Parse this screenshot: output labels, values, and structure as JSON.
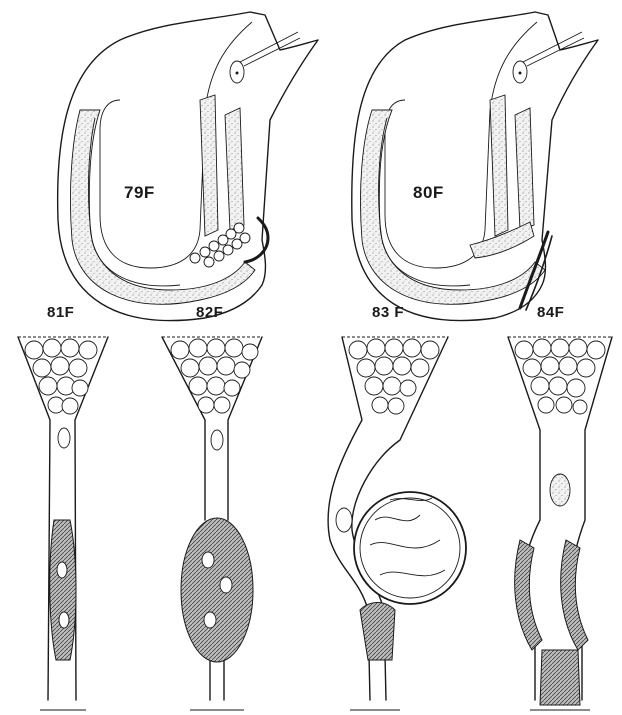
{
  "figures": [
    {
      "id": "fig-79",
      "label": "79F"
    },
    {
      "id": "fig-80",
      "label": "80F"
    },
    {
      "id": "fig-81",
      "label": "81F"
    },
    {
      "id": "fig-82",
      "label": "82F"
    },
    {
      "id": "fig-83",
      "label": "83 F"
    },
    {
      "id": "fig-84",
      "label": "84F"
    }
  ]
}
